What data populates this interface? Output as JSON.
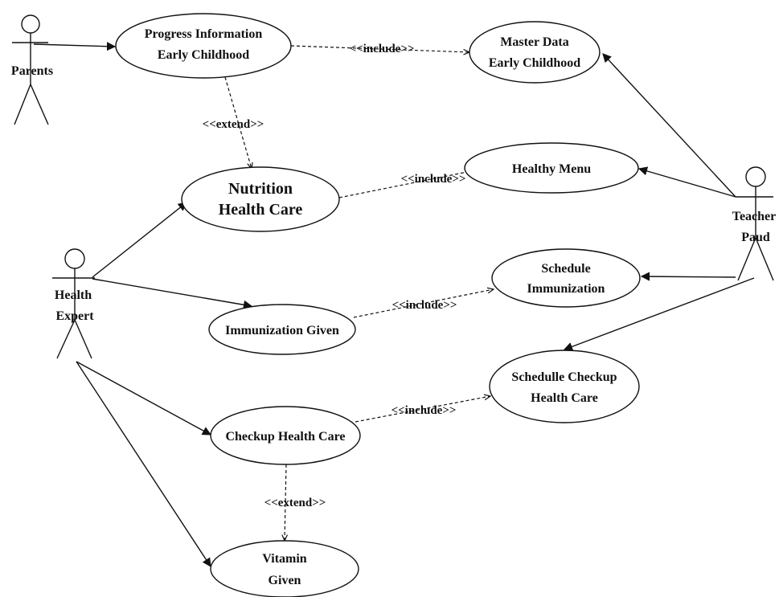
{
  "diagram_type": "UML use case diagram",
  "actors": {
    "parents": "Parents",
    "health_expert": [
      "Health",
      "Expert"
    ],
    "teacher_paud": [
      "Teacher",
      "Paud"
    ]
  },
  "use_cases": {
    "progress_information": [
      "Progress Information",
      "Early Childhood"
    ],
    "master_data": [
      "Master Data",
      "Early Childhood"
    ],
    "healthy_menu": [
      "Healthy Menu"
    ],
    "nutrition_health_care": [
      "Nutrition",
      "Health Care"
    ],
    "schedule_immunization": [
      "Schedule",
      "Immunization"
    ],
    "immunization_given": [
      "Immunization Given"
    ],
    "schedulle_checkup": [
      "Schedulle Checkup",
      "Health Care"
    ],
    "checkup_health_care": [
      "Checkup Health Care"
    ],
    "vitamin_given": [
      "Vitamin",
      "Given"
    ]
  },
  "relationship_labels": {
    "progress_include_master": "<<include>>",
    "progress_extend_nutrition": "<<extend>>",
    "nutrition_include_menu": "<<include>>",
    "immunization_include_schedule": "<<include>>",
    "checkup_include_schedule": "<<include>>",
    "checkup_extend_vitamin": "<<extend>>"
  },
  "colors": {
    "line": "#111111",
    "background": "#ffffff"
  }
}
